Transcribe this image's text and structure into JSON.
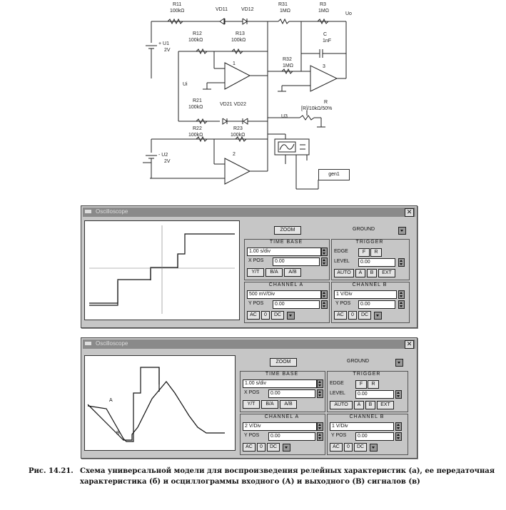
{
  "schematic": {
    "labels": {
      "r11": "R11",
      "r11v": "100kΩ",
      "vd11": "VD11",
      "vd12": "VD12",
      "r31": "R31",
      "r31v": "1MΩ",
      "r3": "R3",
      "r3v": "1MΩ",
      "uo": "Uo",
      "u1": "+ U1",
      "u1v": "2V",
      "r12": "R12",
      "r12v": "100kΩ",
      "r13": "R13",
      "r13v": "100kΩ",
      "c": "C",
      "cv": "1nF",
      "op1": "1",
      "r32": "R32",
      "r32v": "1MΩ",
      "op3": "3",
      "ui": "Ui",
      "r": "R",
      "rv": "[R]/10kΩ/50%",
      "r21": "R21",
      "r21v": "100kΩ",
      "vd21": "VD21 VD22",
      "u3": "U3",
      "r22": "R22",
      "r22v": "100kΩ",
      "r23": "R23",
      "r23v": "100kΩ",
      "u2": "- U2",
      "u2v": "2V",
      "op2": "2",
      "gen": "gen1"
    }
  },
  "osc1": {
    "title": "Oscilloscope",
    "zoom": "ZOOM",
    "ground": "GROUND",
    "timebase": {
      "header": "TIME BASE",
      "value": "1.00 s/div",
      "xpos_label": "X POS",
      "xpos": "0.00",
      "mode1": "Y/T",
      "mode2": "B/A",
      "mode3": "A/B"
    },
    "trigger": {
      "header": "TRIGGER",
      "edge_label": "EDGE",
      "edge1": "F",
      "edge2": "R",
      "level_label": "LEVEL",
      "level": "0.00",
      "auto": "AUTO",
      "a": "A",
      "b": "B",
      "ext": "EXT"
    },
    "channel_a": {
      "header": "CHANNEL A",
      "value": "500 mV/Div",
      "ypos_label": "Y POS",
      "ypos": "0.00",
      "ac": "AC",
      "zero": "0",
      "dc": "DC"
    },
    "channel_b": {
      "header": "CHANNEL B",
      "value": "1 V/Div",
      "ypos_label": "Y POS",
      "ypos": "0.00",
      "ac": "AC",
      "zero": "0",
      "dc": "DC"
    }
  },
  "osc2": {
    "title": "Oscilloscope",
    "zoom": "ZOOM",
    "ground": "GROUND",
    "timebase": {
      "header": "TIME BASE",
      "value": "1.00 s/div",
      "xpos_label": "X POS",
      "xpos": "0.00",
      "mode1": "Y/T",
      "mode2": "B/A",
      "mode3": "A/B"
    },
    "trigger": {
      "header": "TRIGGER",
      "edge_label": "EDGE",
      "edge1": "F",
      "edge2": "R",
      "level_label": "LEVEL",
      "level": "0.00",
      "auto": "AUTO",
      "a": "A",
      "b": "B",
      "ext": "EXT"
    },
    "channel_a": {
      "header": "CHANNEL A",
      "value": "2 V/Div",
      "ypos_label": "Y POS",
      "ypos": "0.00",
      "ac": "AC",
      "zero": "0",
      "dc": "DC"
    },
    "channel_b": {
      "header": "CHANNEL B",
      "value": "1 V/Div",
      "ypos_label": "Y POS",
      "ypos": "0.00",
      "ac": "AC",
      "zero": "0",
      "dc": "DC"
    },
    "trace_labels": {
      "a": "A",
      "b": "B"
    }
  },
  "caption": {
    "number": "Рис. 14.21.",
    "text": "Схема универсальной модели для воспроизведения релейных характеристик (а), ее передаточная характеристика (б) и осциллограммы входного (А) и выходного (В) сигналов (в)"
  }
}
